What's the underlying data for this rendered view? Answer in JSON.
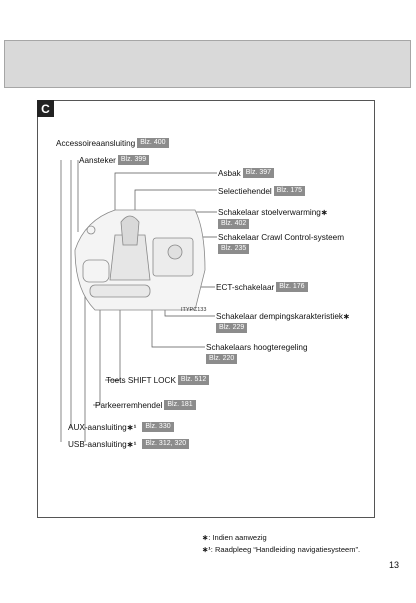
{
  "section": {
    "letter": "C"
  },
  "figure_code": "ITYPC133",
  "labels": [
    {
      "text": "Accessoireaansluiting",
      "ref": "Blz. 400"
    },
    {
      "text": "Aansteker",
      "ref": "Blz. 399"
    },
    {
      "text": "Asbak",
      "ref": "Blz. 397"
    },
    {
      "text": "Selectiehendel",
      "ref": "Blz. 175"
    },
    {
      "text": "Schakelaar stoelverwarming",
      "star": "∗",
      "ref": "Blz. 402"
    },
    {
      "text": "Schakelaar Crawl Control-systeem",
      "ref": "Blz. 235"
    },
    {
      "text": "ECT-schakelaar",
      "ref": "Blz. 176"
    },
    {
      "text": "Schakelaar dempingskarakteristiek",
      "star": "∗",
      "ref": "Blz. 229"
    },
    {
      "text": "Schakelaars hoogteregeling",
      "ref": "Blz. 220"
    },
    {
      "text": "Toets SHIFT LOCK",
      "ref": "Blz. 512"
    },
    {
      "text": "Parkeerremhendel",
      "ref": "Blz. 181"
    },
    {
      "text": "AUX-aansluiting",
      "star": "∗¹",
      "ref": "Blz. 330"
    },
    {
      "text": "USB-aansluiting",
      "star": "∗¹",
      "ref": "Blz. 312, 320"
    }
  ],
  "footnotes": [
    {
      "mark": "∗",
      "text": ": Indien aanwezig"
    },
    {
      "mark": "∗¹",
      "text": ": Raadpleeg “Handleiding navigatiesysteem”."
    }
  ],
  "page_number": "13",
  "colors": {
    "header": "#d9d9d9",
    "ref_badge": "#8c8c8c",
    "tag": "#222222"
  }
}
